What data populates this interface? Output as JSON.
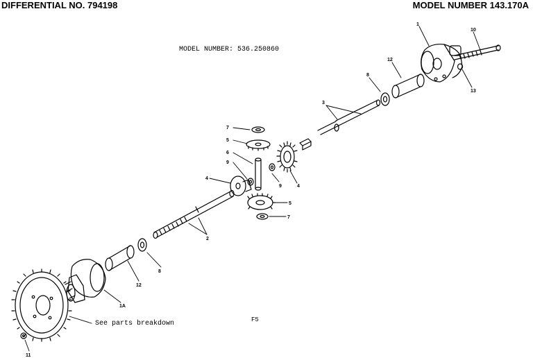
{
  "header": {
    "left_title": "DIFFERENTIAL NO. 794198",
    "right_title": "MODEL NUMBER 143.170A"
  },
  "model_number_text": "MODEL NUMBER: 536.250860",
  "figure_label": "F5",
  "see_parts_text": "See parts breakdown",
  "callouts": {
    "c1": "1",
    "c1a": "1A",
    "c2": "2",
    "c3": "3",
    "c4_left": "4",
    "c4_right": "4",
    "c5_top": "5",
    "c5_bottom": "5",
    "c6": "6",
    "c7_top": "7",
    "c7_bottom": "7",
    "c8_top": "8",
    "c8_bottom": "8",
    "c9_left": "9",
    "c9_right": "9",
    "c10": "10",
    "c11": "11",
    "c12_top": "12",
    "c12_bottom": "12",
    "c13": "13"
  }
}
